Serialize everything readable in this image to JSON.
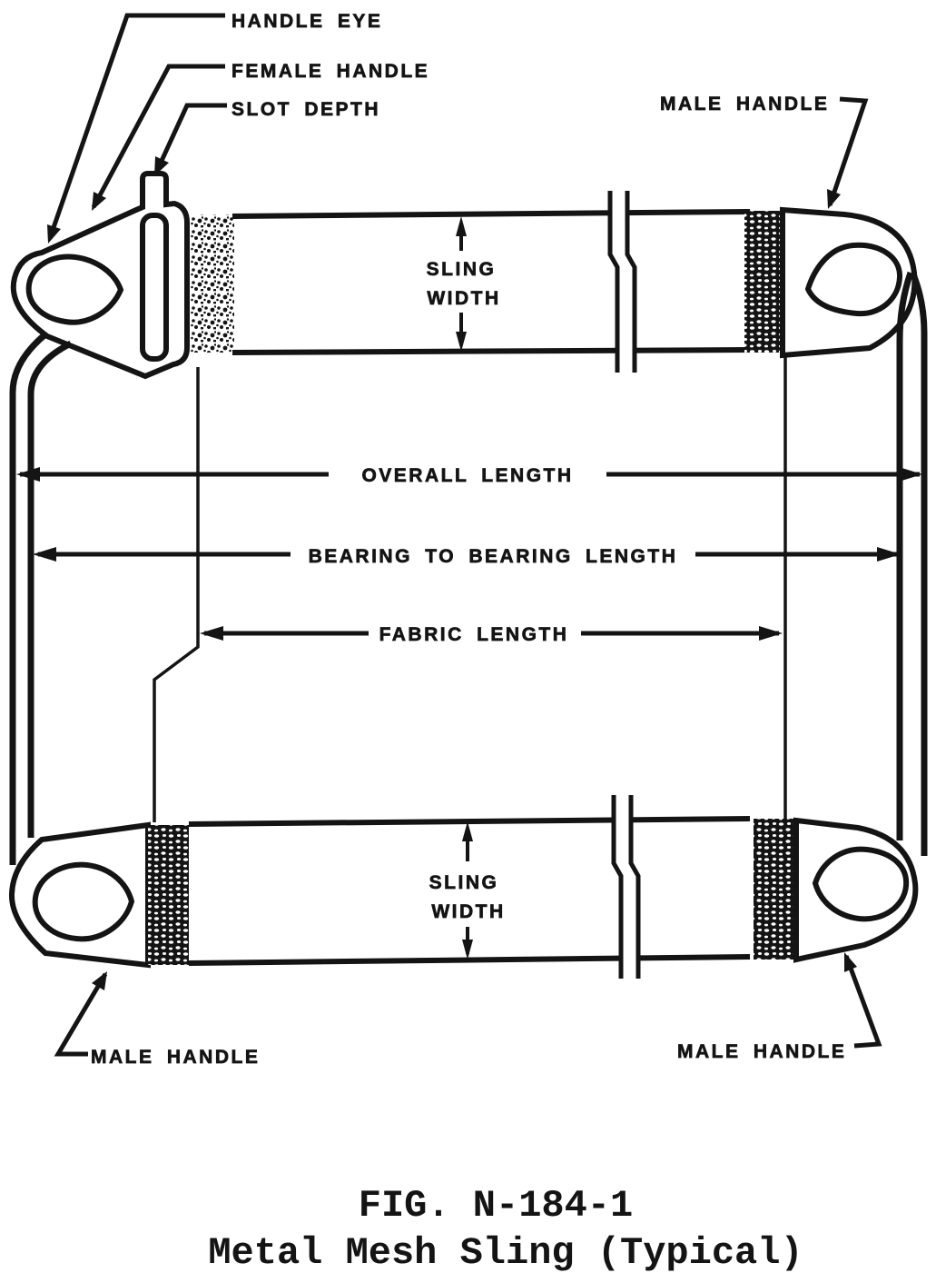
{
  "figure": {
    "caption_line1": "FIG. N-184-1",
    "caption_line2": "Metal Mesh Sling (Typical)"
  },
  "labels": {
    "handle_eye": "HANDLE EYE",
    "female_handle": "FEMALE HANDLE",
    "slot_depth": "SLOT DEPTH",
    "male_handle_top_right": "MALE HANDLE",
    "male_handle_bottom_left": "MALE HANDLE",
    "male_handle_bottom_right": "MALE HANDLE",
    "sling_width_top_line1": "SLING",
    "sling_width_top_line2": "WIDTH",
    "sling_width_bottom_line1": "SLING",
    "sling_width_bottom_line2": "WIDTH",
    "overall_length": "OVERALL LENGTH",
    "bearing_to_bearing_length": "BEARING TO BEARING LENGTH",
    "fabric_length": "FABRIC LENGTH"
  },
  "colors": {
    "ink": "#141414",
    "paper": "#ffffff"
  }
}
